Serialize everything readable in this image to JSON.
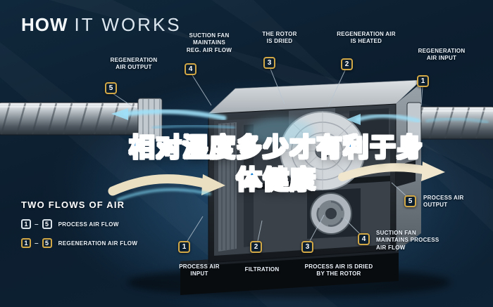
{
  "title": {
    "bold": "HOW",
    "rest": "IT WORKS"
  },
  "headline": {
    "line1": "相对湿度多少才有利于身",
    "line2": "体健康"
  },
  "callouts": {
    "regen_output": {
      "num": "5",
      "label": "REGENERATION\nAIR OUTPUT"
    },
    "suction_regen": {
      "num": "4",
      "label": "SUCTION FAN\nMAINTAINS\nREG. AIR FLOW"
    },
    "rotor_dried": {
      "num": "3",
      "label": "THE ROTOR\nIS DRIED"
    },
    "regen_heated": {
      "num": "2",
      "label": "REGENERATION AIR\nIS HEATED"
    },
    "regen_input": {
      "num": "1",
      "label": "REGENERATION\nAIR INPUT"
    },
    "process_input": {
      "num": "1",
      "label": "PROCESS AIR\nINPUT"
    },
    "filtration": {
      "num": "2",
      "label": "FILTRATION"
    },
    "process_dried": {
      "num": "3",
      "label": "PROCESS AIR IS DRIED\nBY THE ROTOR"
    },
    "suction_process": {
      "num": "4",
      "label": "SUCTION FAN\nMAINTAINS PROCESS\nAIR FLOW"
    },
    "process_output": {
      "num": "5",
      "label": "PROCESS AIR\nOUTPUT"
    }
  },
  "legend": {
    "heading": "TWO FLOWS OF AIR",
    "rows": [
      {
        "from": "1",
        "dash": "–",
        "to": "5",
        "label": "PROCESS AIR FLOW"
      },
      {
        "from": "1",
        "dash": "–",
        "to": "5",
        "label": "REGENERATION AIR FLOW"
      }
    ]
  },
  "colors": {
    "accent_gold": "#d2a847",
    "headline_blue": "#1d83d6",
    "airflow_blue": "#8fd9f5",
    "airflow_cream": "#ece0c2",
    "background_navy": "#0e2336"
  }
}
